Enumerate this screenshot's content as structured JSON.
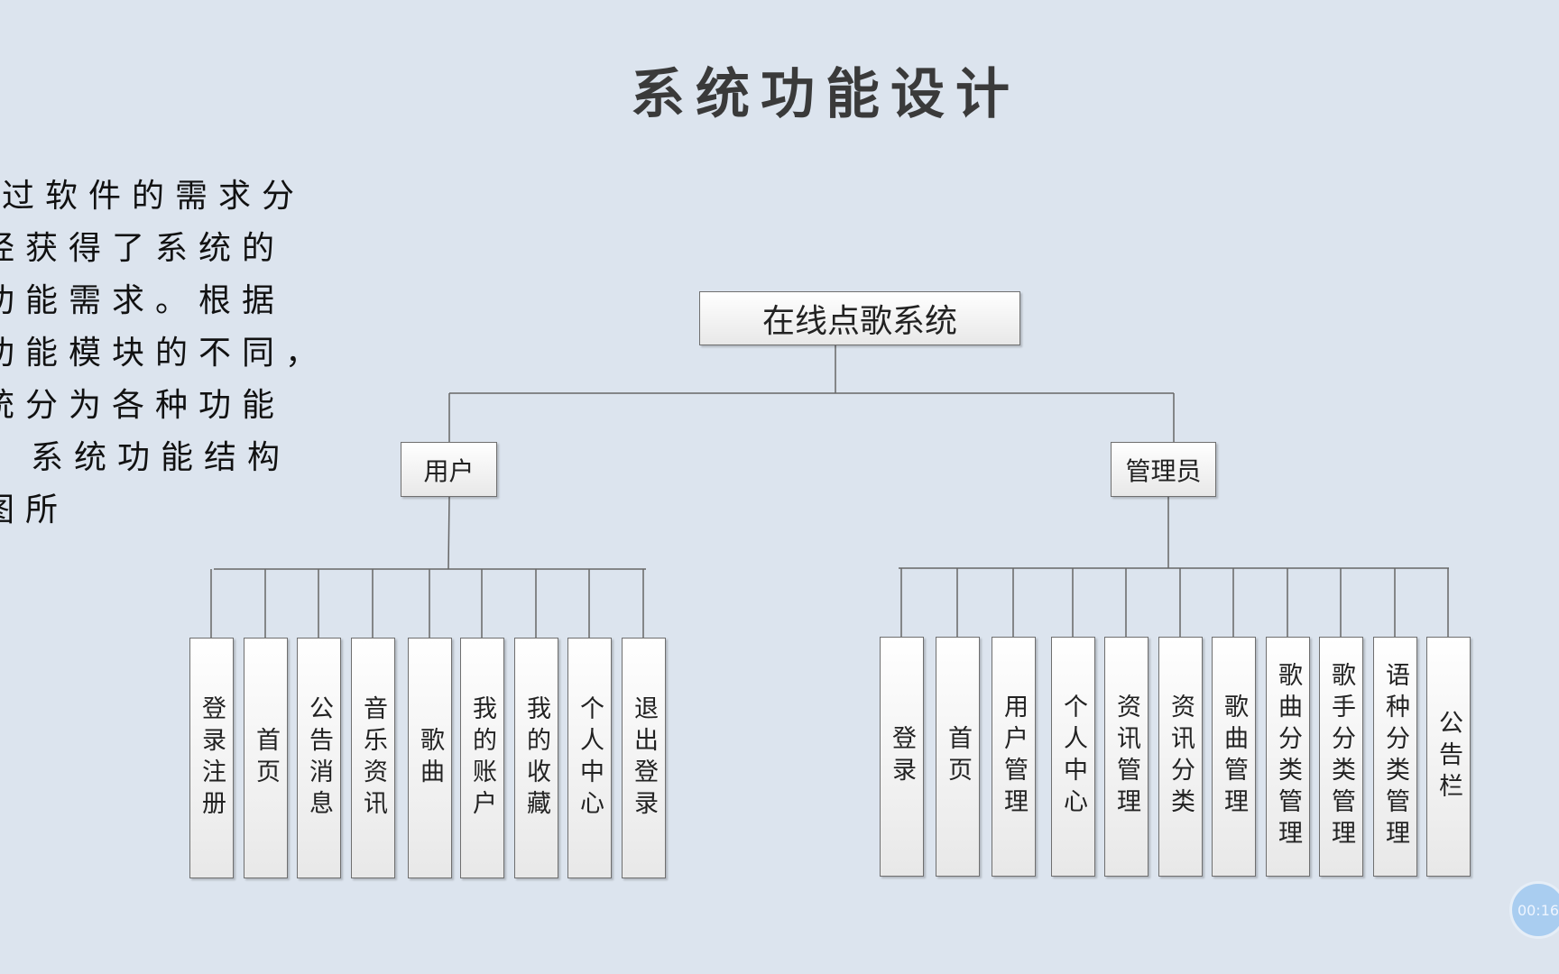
{
  "title": "系统功能设计",
  "intro_lines": [
    "过软件的需求分",
    "经获得了系统的",
    "功能需求。根据",
    "功能模块的不同，",
    "统分为各种功能",
    "，系统功能结构",
    "图所"
  ],
  "diagram": {
    "root": "在线点歌系统",
    "user": {
      "label": "用户",
      "children": [
        "登录注册",
        "首页",
        "公告消息",
        "音乐资讯",
        "歌曲",
        "我的账户",
        "我的收藏",
        "个人中心",
        "退出登录"
      ]
    },
    "admin": {
      "label": "管理员",
      "children": [
        "登录",
        "首页",
        "用户管理",
        "个人中心",
        "资讯管理",
        "资讯分类",
        "歌曲管理",
        "歌曲分类管理",
        "歌手分类管理",
        "语种分类管理",
        "公告栏"
      ]
    }
  },
  "timer": "00:16"
}
